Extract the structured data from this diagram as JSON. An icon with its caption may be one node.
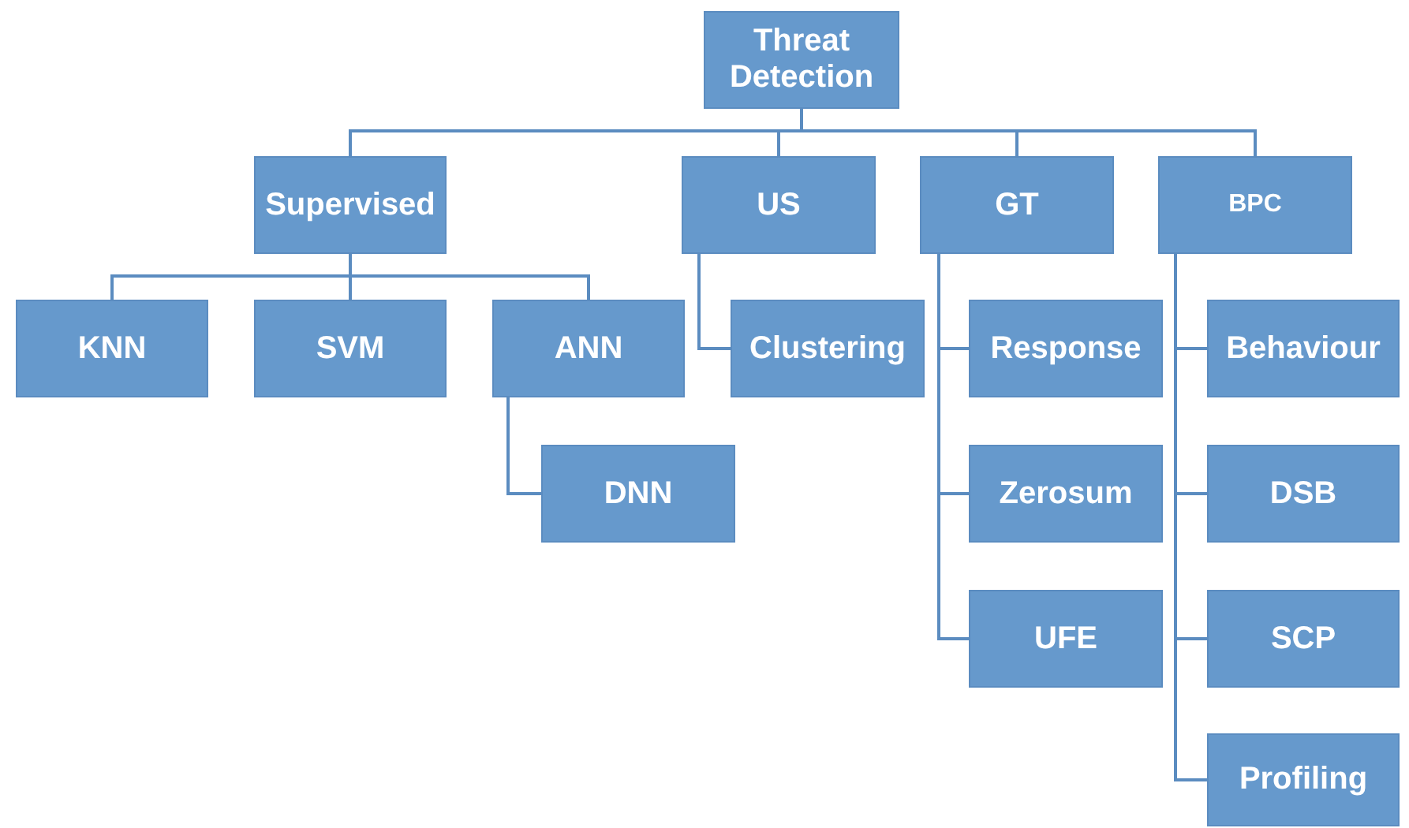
{
  "diagram": {
    "nodes": [
      {
        "text": [
          "Threat Detection"
        ]
      },
      {
        "text": [
          "Supervised"
        ]
      },
      {
        "text": [
          "US"
        ]
      },
      {
        "text": [
          "GT"
        ]
      },
      {
        "text": [
          "BPC"
        ]
      },
      {
        "text": [
          "KNN"
        ]
      },
      {
        "text": [
          "SVM"
        ]
      },
      {
        "text": [
          "ANN"
        ]
      },
      {
        "text": [
          "DNN"
        ]
      },
      {
        "text": [
          "Clustering"
        ]
      },
      {
        "text": [
          "Response"
        ]
      },
      {
        "text": [
          "Zerosum"
        ]
      },
      {
        "text": [
          "UFE"
        ]
      },
      {
        "text": [
          "Behaviour"
        ]
      },
      {
        "text": [
          "DSB"
        ]
      },
      {
        "text": [
          "SCP"
        ]
      },
      {
        "text": [
          "Profiling"
        ]
      }
    ],
    "edges": [
      {
        "from": 0,
        "to": 1,
        "arrow": "none"
      },
      {
        "from": 0,
        "to": 2,
        "arrow": "none"
      },
      {
        "from": 0,
        "to": 3,
        "arrow": "none"
      },
      {
        "from": 0,
        "to": 4,
        "arrow": "none"
      },
      {
        "from": 1,
        "to": 5,
        "arrow": "none"
      },
      {
        "from": 1,
        "to": 6,
        "arrow": "none"
      },
      {
        "from": 1,
        "to": 7,
        "arrow": "none"
      },
      {
        "from": 7,
        "to": 8,
        "arrow": "none"
      },
      {
        "from": 2,
        "to": 9,
        "arrow": "none"
      },
      {
        "from": 3,
        "to": 10,
        "arrow": "none"
      },
      {
        "from": 3,
        "to": 11,
        "arrow": "none"
      },
      {
        "from": 3,
        "to": 12,
        "arrow": "none"
      },
      {
        "from": 4,
        "to": 13,
        "arrow": "none"
      },
      {
        "from": 4,
        "to": 14,
        "arrow": "none"
      },
      {
        "from": 4,
        "to": 15,
        "arrow": "none"
      },
      {
        "from": 4,
        "to": 16,
        "arrow": "none"
      }
    ]
  }
}
